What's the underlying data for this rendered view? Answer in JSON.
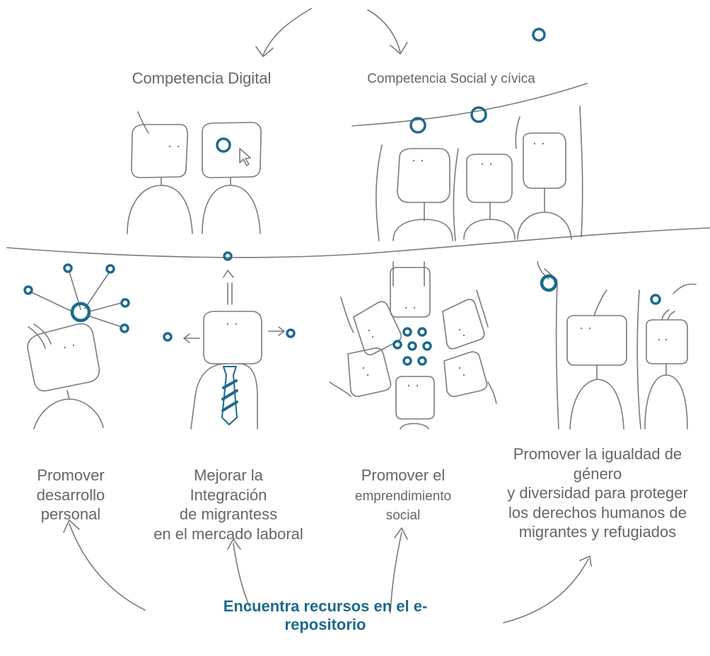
{
  "top_labels": {
    "digital": "Competencia Digital",
    "social": "Competencia Social y cívica"
  },
  "bottom_labels": {
    "desarrollo": [
      "Promover",
      "desarrollo",
      "personal"
    ],
    "integracion": [
      "Mejorar la",
      "Integración",
      "de migrantess",
      "en el mercado laboral"
    ],
    "emprendimiento": [
      "Promover el",
      "emprendimiento",
      "social"
    ],
    "igualdad": [
      "Promover la igualdad de",
      "género",
      "y diversidad para proteger",
      "los derechos humanos de",
      "migrantes y refugiados"
    ]
  },
  "call_to_action": [
    "Encuentra recursos en el e-",
    "repositorio"
  ],
  "colors": {
    "accent": "#1b6a8c",
    "line": "#7a7a7a",
    "text": "#666666"
  },
  "icons": [
    "cursor-icon",
    "network-node-icon",
    "necktie-icon"
  ]
}
